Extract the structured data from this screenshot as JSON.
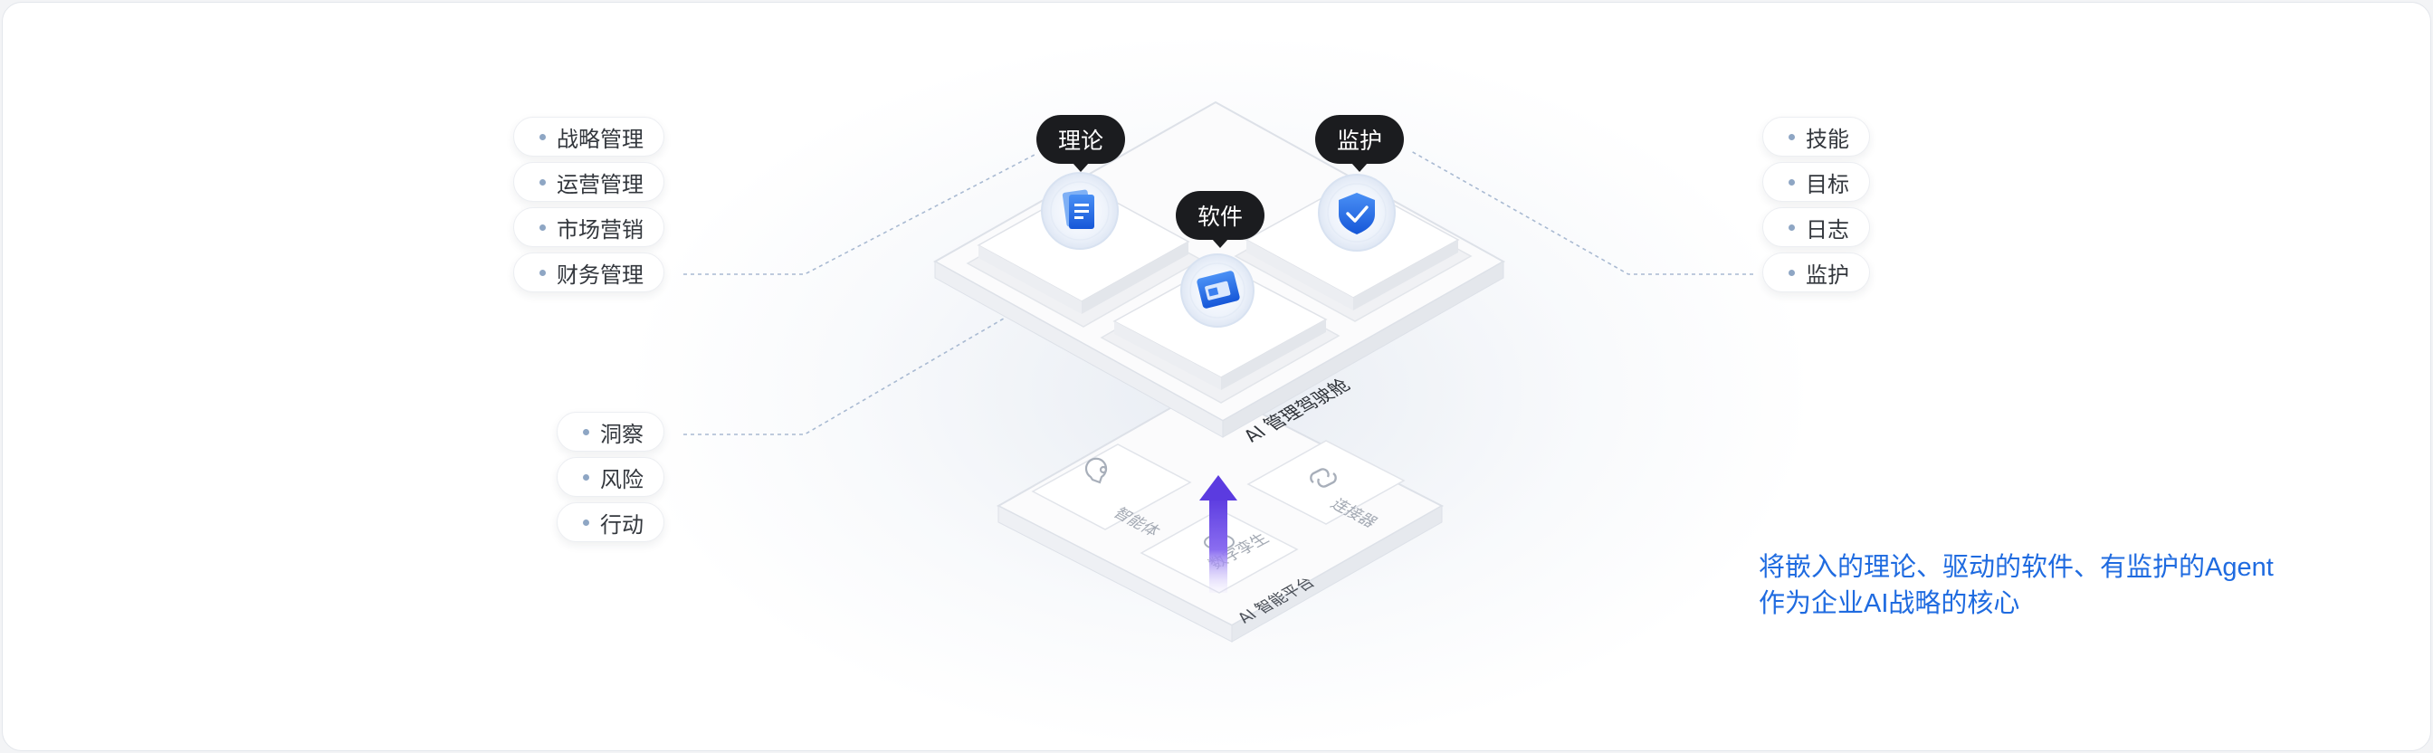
{
  "left_top_tags": [
    "战略管理",
    "运营管理",
    "市场营销",
    "财务管理"
  ],
  "left_bottom_tags": [
    "洞察",
    "风险",
    "行动"
  ],
  "right_tags": [
    "技能",
    "目标",
    "日志",
    "监护"
  ],
  "bubbles": {
    "theory": "理论",
    "monitor": "监护",
    "software": "软件"
  },
  "layers": {
    "top_label": "AI 管理驾驶舱",
    "bottom_label": "AI 智能平台",
    "tiles": {
      "agent": "智能体",
      "connector": "连接器",
      "digital_twin": "数字孪生"
    }
  },
  "slogan": {
    "line1": "将嵌入的理论、驱动的软件、有监护的Agent",
    "line2": "作为企业AI战略的核心"
  },
  "colors": {
    "accent": "#1f6be0",
    "arrow": "#5b3be0",
    "bubble": "#1b1c1f"
  },
  "icons": {
    "theory": "document-icon",
    "monitor": "shield-check-icon",
    "software": "browser-window-icon",
    "agent": "robot-icon",
    "connector": "link-icon",
    "digital_twin": "twin-icon"
  }
}
